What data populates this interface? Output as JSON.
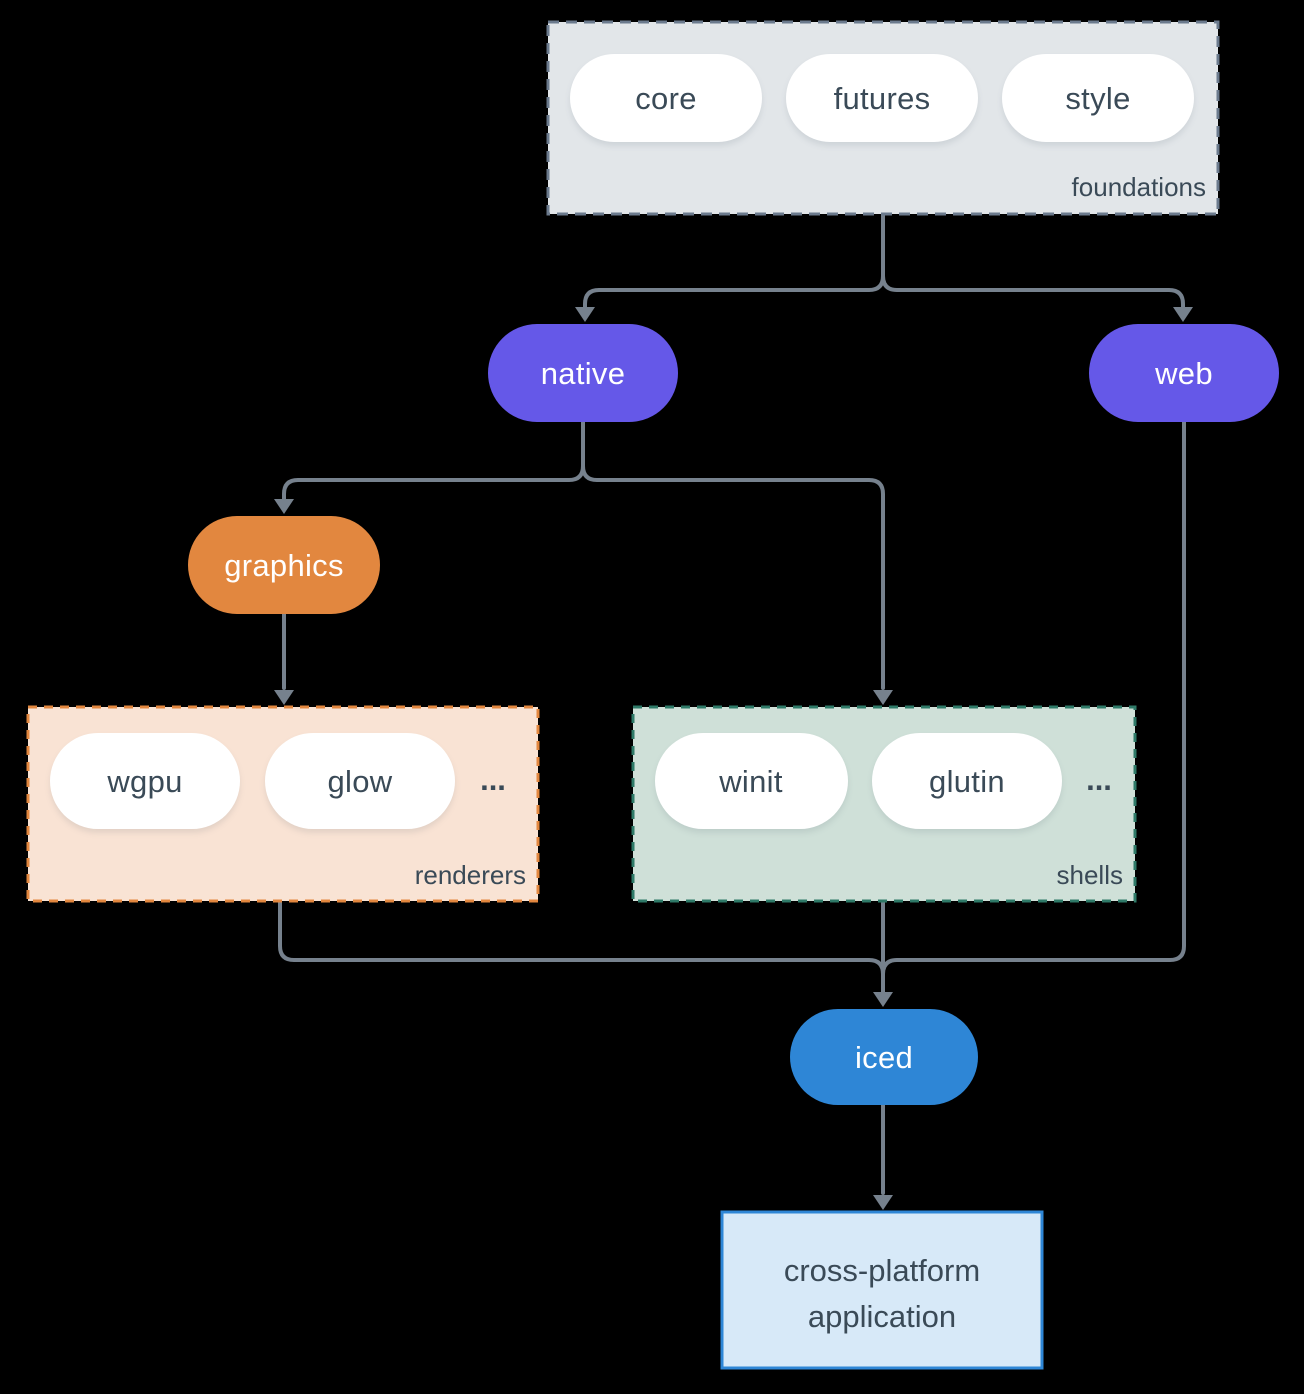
{
  "colors": {
    "background": "#000000",
    "edge": "#76818D",
    "node_purple": "#6558E8",
    "node_orange": "#E2873F",
    "node_blue": "#2E86D6",
    "pill_white": "#FFFFFF",
    "foundations_fill": "#E2E6E9",
    "foundations_border": "#6B7A8D",
    "renderers_fill": "#F9E3D4",
    "renderers_border": "#E2873F",
    "shells_fill": "#CFE0D8",
    "shells_border": "#2F7A68",
    "app_fill": "#D7E9F8",
    "app_border": "#2E86D6",
    "text_dark": "#3A4A57",
    "text_light": "#FFFFFF"
  },
  "nodes": {
    "foundations": {
      "label": "foundations",
      "pills": [
        "core",
        "futures",
        "style"
      ]
    },
    "native": {
      "label": "native"
    },
    "web": {
      "label": "web"
    },
    "graphics": {
      "label": "graphics"
    },
    "renderers": {
      "label": "renderers",
      "pills": [
        "wgpu",
        "glow"
      ],
      "ellipsis": "..."
    },
    "shells": {
      "label": "shells",
      "pills": [
        "winit",
        "glutin"
      ],
      "ellipsis": "..."
    },
    "iced": {
      "label": "iced"
    },
    "application": {
      "lines": [
        "cross-platform",
        "application"
      ]
    }
  }
}
